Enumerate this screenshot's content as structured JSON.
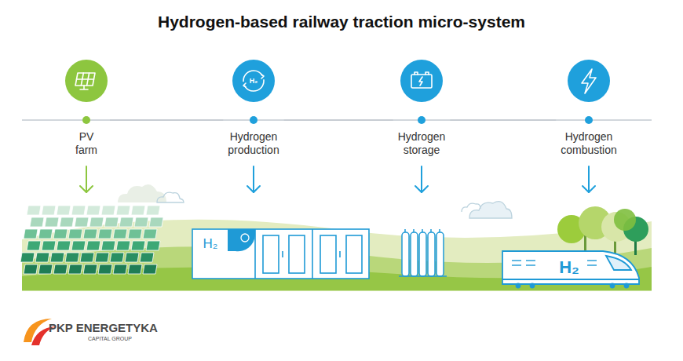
{
  "diagram": {
    "title": "Hydrogen-based railway traction micro-system",
    "nodes": [
      {
        "text": [
          "PV farm"
        ]
      },
      {
        "text": [
          "Hydrogen production"
        ]
      },
      {
        "text": [
          "Hydrogen storage"
        ]
      },
      {
        "text": [
          "Hydrogen combustion"
        ]
      }
    ],
    "edges": [
      {
        "from": 0,
        "to": 1,
        "arrow": "none"
      },
      {
        "from": 1,
        "to": 2,
        "arrow": "none"
      },
      {
        "from": 2,
        "to": 3,
        "arrow": "none"
      }
    ],
    "labels": [
      "H₂",
      "H₂",
      "H₂",
      "PKP ENERGETYKA",
      "CAPITAL GROUP"
    ]
  }
}
